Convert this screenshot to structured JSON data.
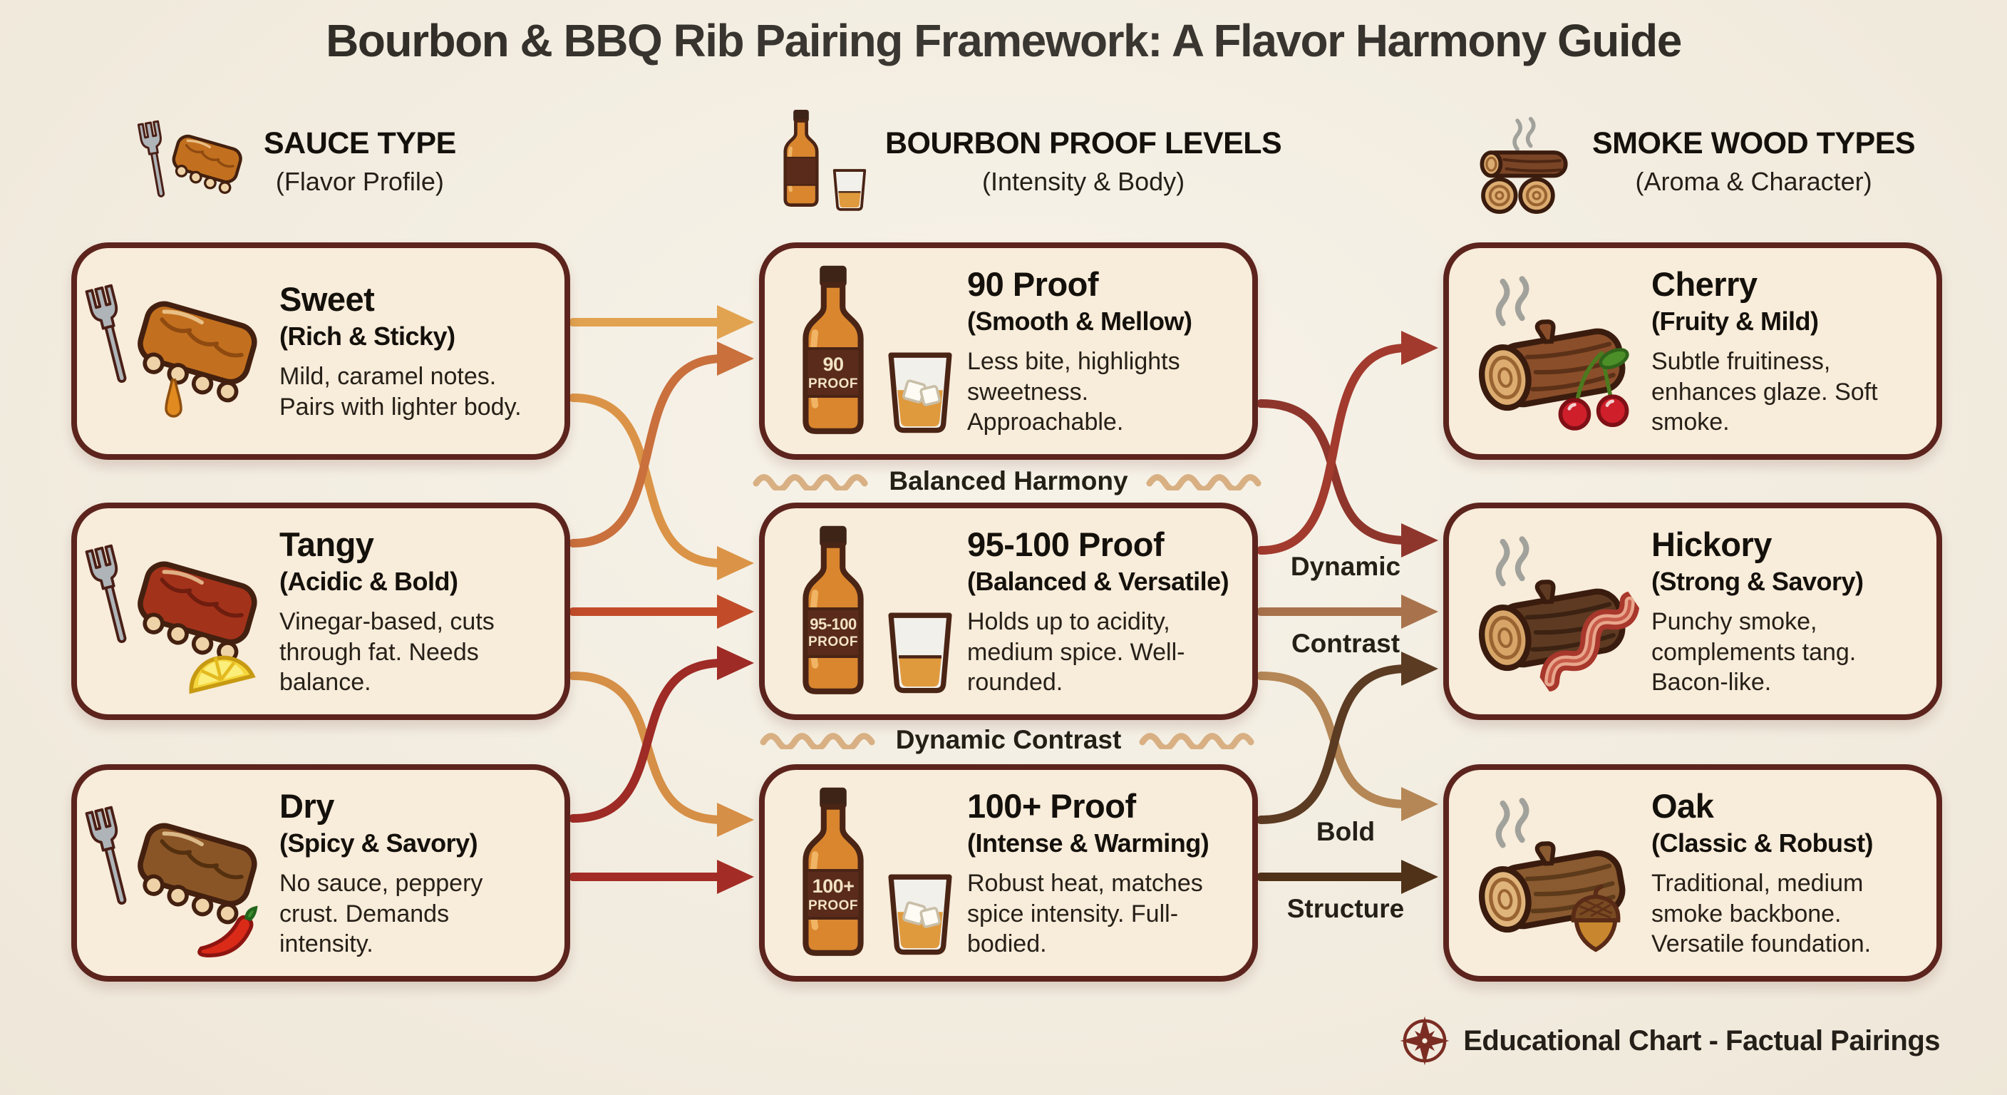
{
  "title": "Bourbon & BBQ Rib Pairing Framework: A Flavor Harmony Guide",
  "columns": [
    {
      "title": "SAUCE TYPE",
      "subtitle": "(Flavor Profile)",
      "icon": "ribs-fork-icon"
    },
    {
      "title": "BOURBON PROOF LEVELS",
      "subtitle": "(Intensity & Body)",
      "icon": "bottle-glass-icon"
    },
    {
      "title": "SMOKE WOOD TYPES",
      "subtitle": "(Aroma & Character)",
      "icon": "smoking-logs-icon"
    }
  ],
  "cards": {
    "sweet": {
      "title": "Sweet",
      "subtitle": "(Rich & Sticky)",
      "body": "Mild, caramel notes. Pairs with lighter body."
    },
    "tangy": {
      "title": "Tangy",
      "subtitle": "(Acidic & Bold)",
      "body": "Vinegar-based, cuts through fat. Needs balance."
    },
    "dry": {
      "title": "Dry",
      "subtitle": "(Spicy & Savory)",
      "body": "No sauce, peppery crust. Demands intensity."
    },
    "p90": {
      "title": "90 Proof",
      "subtitle": "(Smooth & Mellow)",
      "body": "Less bite, highlights sweetness. Approachable.",
      "label1": "90",
      "label2": "PROOF"
    },
    "p95": {
      "title": "95-100 Proof",
      "subtitle": "(Balanced & Versatile)",
      "body": "Holds up to acidity, medium spice. Well-rounded.",
      "label1": "95-100",
      "label2": "PROOF"
    },
    "p100": {
      "title": "100+ Proof",
      "subtitle": "(Intense & Warming)",
      "body": "Robust heat, matches spice intensity. Full-bodied.",
      "label1": "100+",
      "label2": "PROOF"
    },
    "cherry": {
      "title": "Cherry",
      "subtitle": "(Fruity & Mild)",
      "body": "Subtle fruitiness, enhances glaze. Soft smoke."
    },
    "hickory": {
      "title": "Hickory",
      "subtitle": "(Strong & Savory)",
      "body": "Punchy smoke, complements tang. Bacon-like."
    },
    "oak": {
      "title": "Oak",
      "subtitle": "(Classic & Robust)",
      "body": "Traditional, medium smoke backbone. Versatile foundation."
    }
  },
  "dividers": [
    {
      "label": "Balanced Harmony"
    },
    {
      "label": "Dynamic Contrast"
    }
  ],
  "connector_labels": [
    {
      "line1": "Dynamic",
      "line2": "Contrast"
    },
    {
      "line1": "Bold",
      "line2": "Structure"
    }
  ],
  "footer": {
    "text": "Educational Chart - Factual Pairings",
    "icon": "compass-icon"
  },
  "edges": [
    {
      "id": "sweet-p90",
      "from": "Sweet",
      "to": "90 Proof",
      "style": "straight",
      "color": "#E2A351"
    },
    {
      "id": "sweet-p95",
      "from": "Sweet",
      "to": "95-100 Proof",
      "style": "curve",
      "color": "#DB9447"
    },
    {
      "id": "tangy-p90",
      "from": "Tangy",
      "to": "90 Proof",
      "style": "curve",
      "color": "#C9703D"
    },
    {
      "id": "tangy-p95",
      "from": "Tangy",
      "to": "95-100 Proof",
      "style": "straight",
      "color": "#C24C2A"
    },
    {
      "id": "tangy-p100",
      "from": "Tangy",
      "to": "100+ Proof",
      "style": "curve",
      "color": "#D68F46"
    },
    {
      "id": "dry-p95",
      "from": "Dry",
      "to": "95-100 Proof",
      "style": "curve",
      "color": "#9E2B26"
    },
    {
      "id": "dry-p100",
      "from": "Dry",
      "to": "100+ Proof",
      "style": "straight",
      "color": "#A32D26"
    },
    {
      "id": "p90-hickory",
      "from": "90 Proof",
      "to": "Hickory",
      "style": "curve",
      "color": "#8F362C"
    },
    {
      "id": "p95-cherry",
      "from": "95-100 Proof",
      "to": "Cherry",
      "style": "curve",
      "color": "#A23A2E"
    },
    {
      "id": "p95-hickory",
      "from": "95-100 Proof",
      "to": "Hickory",
      "style": "straight",
      "color": "#A8734C",
      "label": "Dynamic Contrast"
    },
    {
      "id": "p95-oak",
      "from": "95-100 Proof",
      "to": "Oak",
      "style": "curve",
      "color": "#B58756"
    },
    {
      "id": "p100-hickory",
      "from": "100+ Proof",
      "to": "Hickory",
      "style": "curve",
      "color": "#5B3B22"
    },
    {
      "id": "p100-oak",
      "from": "100+ Proof",
      "to": "Oak",
      "style": "straight",
      "color": "#503219",
      "label": "Bold Structure"
    }
  ],
  "colors": {
    "background": "#F5EFE2",
    "card_bg": "#F8ECDA",
    "card_border": "#5C241D",
    "text": "#1E1913",
    "squiggle": "#D8B083",
    "smoke": "#A2A29C",
    "compass": "#7B2D23"
  }
}
